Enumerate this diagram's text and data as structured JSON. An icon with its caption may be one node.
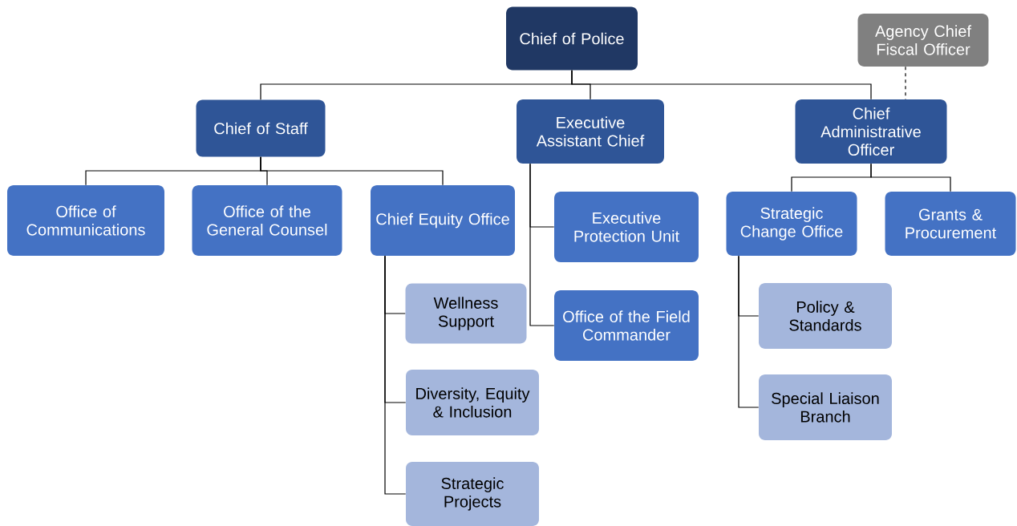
{
  "diagram": {
    "nodes": [
      {
        "text": [
          "Chief of Police"
        ]
      },
      {
        "text": [
          "Agency Chief Fiscal Officer"
        ]
      },
      {
        "text": [
          "Chief of Staff"
        ]
      },
      {
        "text": [
          "Executive Assistant Chief"
        ]
      },
      {
        "text": [
          "Chief Administrative Officer"
        ]
      },
      {
        "text": [
          "Office of Communications"
        ]
      },
      {
        "text": [
          "Office of the General Counsel"
        ]
      },
      {
        "text": [
          "Chief Equity Office"
        ]
      },
      {
        "text": [
          "Wellness Support"
        ]
      },
      {
        "text": [
          "Diversity, Equity & Inclusion"
        ]
      },
      {
        "text": [
          "Strategic Projects"
        ]
      },
      {
        "text": [
          "Executive Protection Unit"
        ]
      },
      {
        "text": [
          "Office of the Field Commander"
        ]
      },
      {
        "text": [
          "Strategic Change Office"
        ]
      },
      {
        "text": [
          "Grants & Procurement"
        ]
      },
      {
        "text": [
          "Policy & Standards"
        ]
      },
      {
        "text": [
          "Special Liaison Branch"
        ]
      }
    ],
    "edges": [
      {
        "from": 0,
        "to": 2,
        "arrow": "none"
      },
      {
        "from": 0,
        "to": 3,
        "arrow": "none"
      },
      {
        "from": 0,
        "to": 4,
        "arrow": "none"
      },
      {
        "from": 1,
        "to": 4,
        "arrow": "none",
        "style": "dashed"
      },
      {
        "from": 2,
        "to": 5,
        "arrow": "none"
      },
      {
        "from": 2,
        "to": 6,
        "arrow": "none"
      },
      {
        "from": 2,
        "to": 7,
        "arrow": "none"
      },
      {
        "from": 7,
        "to": 8,
        "arrow": "none"
      },
      {
        "from": 7,
        "to": 9,
        "arrow": "none"
      },
      {
        "from": 7,
        "to": 10,
        "arrow": "none"
      },
      {
        "from": 3,
        "to": 11,
        "arrow": "none"
      },
      {
        "from": 3,
        "to": 12,
        "arrow": "none"
      },
      {
        "from": 4,
        "to": 13,
        "arrow": "none"
      },
      {
        "from": 4,
        "to": 14,
        "arrow": "none"
      },
      {
        "from": 13,
        "to": 15,
        "arrow": "none"
      },
      {
        "from": 13,
        "to": 16,
        "arrow": "none"
      }
    ]
  }
}
